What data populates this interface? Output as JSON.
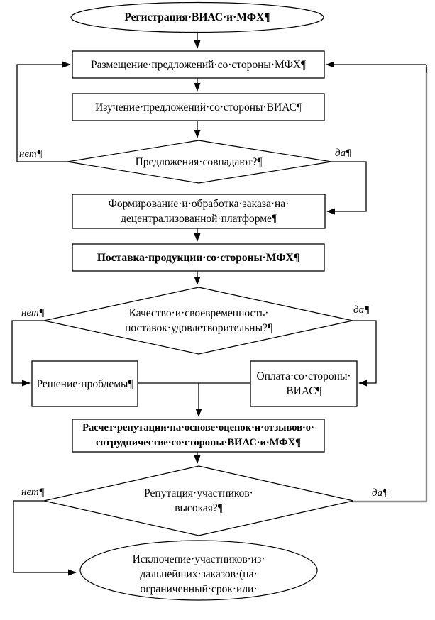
{
  "diagram": {
    "title": "Flowchart: interaction of VIAS and MFH on a decentralized platform",
    "nodes": {
      "start": {
        "type": "terminator",
        "text": "Регистрация·ВИАС·и·МФХ¶"
      },
      "place_offers": {
        "type": "process",
        "text": "Размещение·предложений·со·стороны·МФХ¶"
      },
      "study_offers": {
        "type": "process",
        "text": "Изучение·предложений·со·стороны·ВИАС¶"
      },
      "offers_match": {
        "type": "decision",
        "text": "Предложения·совпадают?¶"
      },
      "form_order": {
        "type": "process",
        "text": "Формирование·и·обработка·заказа·на·\nдецентрализованной·платформе¶"
      },
      "delivery": {
        "type": "process",
        "text": "Поставка·продукции·со·стороны·МФХ¶"
      },
      "quality_ok": {
        "type": "decision",
        "text": "Качество·и·своевременность·\nпоставок·удовлетворительны?¶"
      },
      "solve_problem": {
        "type": "process",
        "text": "Решение·проблемы¶"
      },
      "payment": {
        "type": "process",
        "text": "Оплата·со·стороны·\nВИАС¶"
      },
      "reputation_calc": {
        "type": "process",
        "text": "Расчет·репутации·на·основе·оценок·и·отзывов·о·\nсотрудничестве·со·стороны·ВИАС·и·МФХ¶"
      },
      "reputation_high": {
        "type": "decision",
        "text": "Репутация·участников·\nвысокая?¶"
      },
      "exclusion": {
        "type": "terminator",
        "text": "Исключение·участников·из·\nдальнейших·заказов·(на·\nограниченный·срок·или·"
      }
    },
    "labels": {
      "no": "нет¶",
      "yes": "да¶"
    },
    "edges": [
      {
        "from": "start",
        "to": "place_offers"
      },
      {
        "from": "place_offers",
        "to": "study_offers"
      },
      {
        "from": "study_offers",
        "to": "offers_match"
      },
      {
        "from": "offers_match",
        "to": "place_offers",
        "label": "нет¶"
      },
      {
        "from": "offers_match",
        "to": "form_order",
        "label": "да¶"
      },
      {
        "from": "form_order",
        "to": "delivery"
      },
      {
        "from": "delivery",
        "to": "quality_ok"
      },
      {
        "from": "quality_ok",
        "to": "solve_problem",
        "label": "нет¶"
      },
      {
        "from": "quality_ok",
        "to": "payment",
        "label": "да¶"
      },
      {
        "from": "solve_problem",
        "to": "reputation_calc"
      },
      {
        "from": "payment",
        "to": "reputation_calc"
      },
      {
        "from": "reputation_calc",
        "to": "reputation_high"
      },
      {
        "from": "reputation_high",
        "to": "exclusion",
        "label": "нет¶"
      },
      {
        "from": "reputation_high",
        "to": "place_offers",
        "label": "да¶"
      }
    ],
    "colors": {
      "line": "#000000",
      "return_line": "#8c8c8c",
      "shape_fill": "#ffffff",
      "text": "#000000",
      "background": "#ffffff"
    }
  }
}
